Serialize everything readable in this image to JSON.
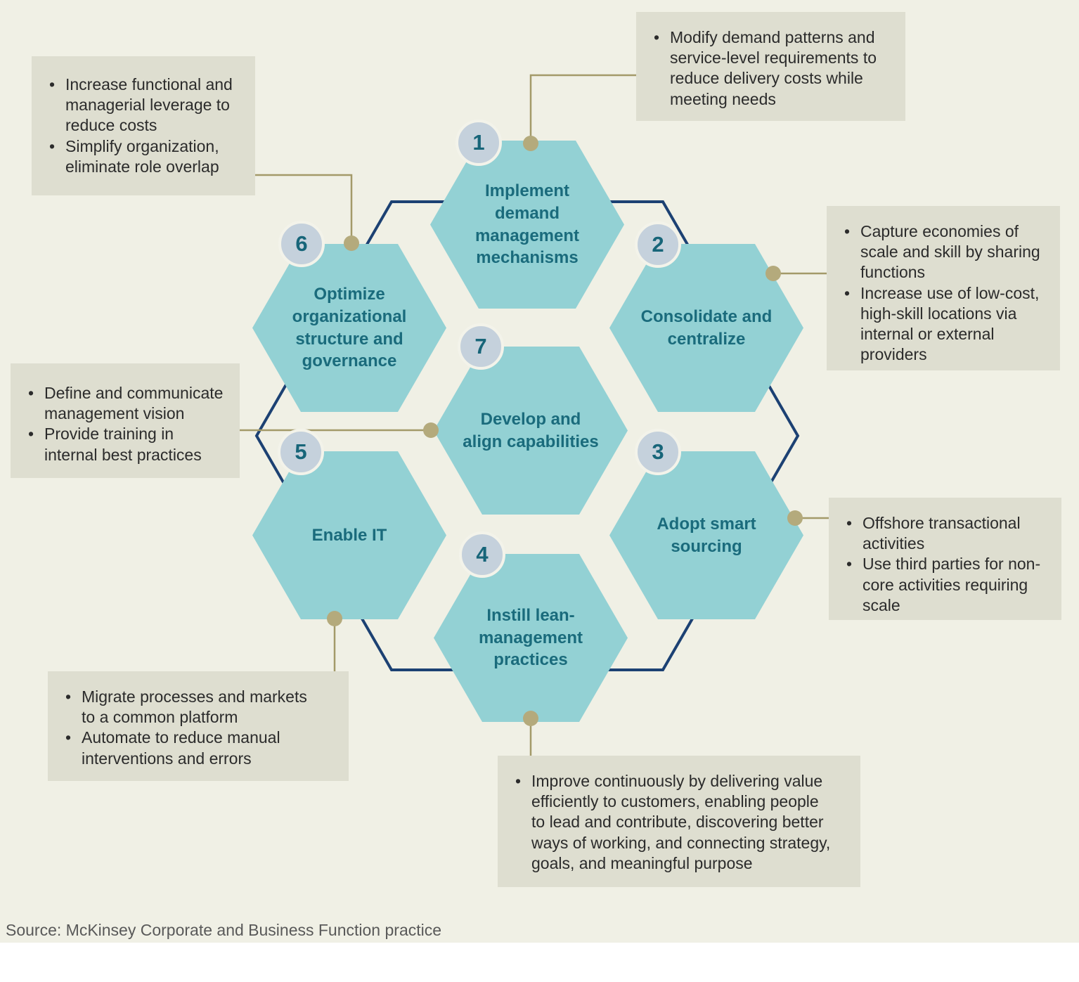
{
  "source": "Source: McKinsey Corporate and Business Function practice",
  "colors": {
    "canvas_background": "#f0f0e5",
    "hexagon_fill": "#93d1d4",
    "hexagon_text": "#1a6b7c",
    "badge_fill": "#c5d1dc",
    "badge_text": "#176579",
    "ring_outline": "#1c4173",
    "connector_line": "#a39a69",
    "connector_dot": "#b4aa7c",
    "callout_background": "#deded0",
    "callout_text": "#2b2b2b"
  },
  "hexagons": [
    {
      "number": "1",
      "label": "Implement demand management mechanisms"
    },
    {
      "number": "2",
      "label": "Consolidate and centralize"
    },
    {
      "number": "3",
      "label": "Adopt smart sourcing"
    },
    {
      "number": "4",
      "label": "Instill lean-management practices"
    },
    {
      "number": "5",
      "label": "Enable IT"
    },
    {
      "number": "6",
      "label": "Optimize organizational structure and governance"
    },
    {
      "number": "7",
      "label": "Develop and align capabilities"
    }
  ],
  "callouts": [
    {
      "for_hexagon": "1",
      "bullets": [
        "Modify demand patterns and service-level requirements to reduce delivery costs while meeting needs"
      ]
    },
    {
      "for_hexagon": "2",
      "bullets": [
        "Capture economies of scale and skill by sharing functions",
        "Increase use of low-cost, high-skill locations via internal or external providers"
      ]
    },
    {
      "for_hexagon": "3",
      "bullets": [
        "Offshore transactional activities",
        "Use third parties for non-core activities requiring scale"
      ]
    },
    {
      "for_hexagon": "4",
      "bullets": [
        "Improve continuously by delivering value efficiently to customers, enabling people to lead and contribute, discovering better ways of working, and connecting strategy, goals, and meaningful purpose"
      ]
    },
    {
      "for_hexagon": "5",
      "bullets": [
        "Migrate processes and markets to a common platform",
        "Automate to reduce manual interventions and errors"
      ]
    },
    {
      "for_hexagon": "6",
      "bullets": [
        "Increase functional and managerial leverage to reduce costs",
        "Simplify organization, eliminate role overlap"
      ]
    },
    {
      "for_hexagon": "7",
      "bullets": [
        "Define and communicate management vision",
        "Provide training in internal best practices"
      ]
    }
  ]
}
